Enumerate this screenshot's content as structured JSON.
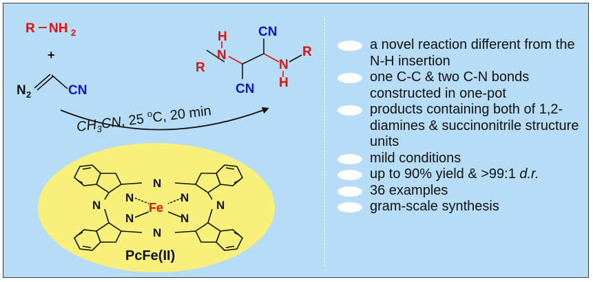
{
  "reaction": {
    "amine": {
      "r": "R",
      "nh": "NH",
      "sub2": "2"
    },
    "plus": "+",
    "diazo": {
      "n": "N",
      "sub2": "2",
      "cn": "CN"
    },
    "product": {
      "cn_top": "CN",
      "cn_bottom": "CN",
      "n_left": "N",
      "h_left": "H",
      "r_left": "R",
      "n_right": "N",
      "h_right": "H",
      "r_right": "R"
    },
    "conditions": {
      "ch": "CH",
      "sub3": "3",
      "cn": "CN",
      "temp": ", 25 ",
      "deg": "o",
      "tail": "C, 20 min"
    }
  },
  "catalyst": {
    "label": "PcFe(II)",
    "metal": "Fe",
    "n_atom": "N"
  },
  "bullets": [
    {
      "parts": [
        {
          "t": "a novel reaction different from the N-H insertion"
        }
      ]
    },
    {
      "parts": [
        {
          "t": "one C-C & two C-N bonds constructed in one-pot"
        }
      ]
    },
    {
      "parts": [
        {
          "t": "products containing both of 1,2-diamines & succinonitrile structure units"
        }
      ]
    },
    {
      "parts": [
        {
          "t": "mild conditions"
        }
      ]
    },
    {
      "parts": [
        {
          "t": "up to 90% yield & >99:1 "
        },
        {
          "t": "d.r.",
          "italic": true
        }
      ]
    },
    {
      "parts": [
        {
          "t": "36 examples"
        }
      ]
    },
    {
      "parts": [
        {
          "t": "gram-scale synthesis"
        }
      ]
    }
  ],
  "colors": {
    "background": "#b6dcf6",
    "amine": "#e01010",
    "nitrile": "#1414c8",
    "catalyst_ellipse": "#f7f07a",
    "bullet_oval": "#ffffff"
  }
}
